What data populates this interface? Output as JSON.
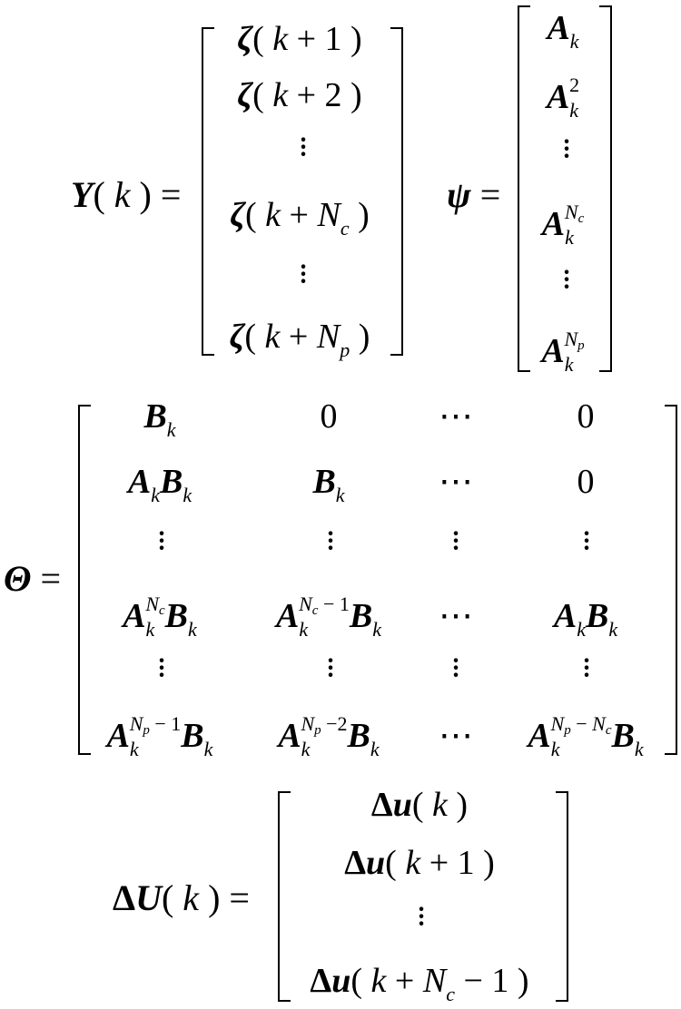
{
  "eq1": {
    "lhs": "Y(k) =",
    "entries": [
      "ζ(k + 1)",
      "ζ(k + 2)",
      "⋮",
      "ζ(k + N_c)",
      "⋮",
      "ζ(k + N_p)"
    ]
  },
  "eq2": {
    "lhs": "ψ =",
    "entries": [
      "A_k",
      "A_k^2",
      "⋮",
      "A_k^Nc",
      "⋮",
      "A_k^Np"
    ]
  },
  "eq3": {
    "lhs": "Θ =",
    "rows": [
      [
        "B_k",
        "0",
        "⋯",
        "0"
      ],
      [
        "A_k B_k",
        "B_k",
        "⋯",
        "0"
      ],
      [
        "⋮",
        "⋮",
        "⋮",
        "⋮"
      ],
      [
        "A_k^Nc B_k",
        "A_k^(Nc − 1) B_k",
        "⋯",
        "A_k B_k"
      ],
      [
        "⋮",
        "⋮",
        "⋮",
        "⋮"
      ],
      [
        "A_k^(Np − 1) B_k",
        "A_k^(Np − 2) B_k",
        "⋯",
        "A_k^(Np − Nc) B_k"
      ]
    ]
  },
  "eq4": {
    "lhs": "ΔU(k) =",
    "entries": [
      "Δu(k)",
      "Δu(k + 1)",
      "⋮",
      "Δu(k + N_c − 1)"
    ]
  },
  "symbols": {
    "zero": "0",
    "one": "1",
    "two": "2",
    "hdots": "⋯"
  }
}
